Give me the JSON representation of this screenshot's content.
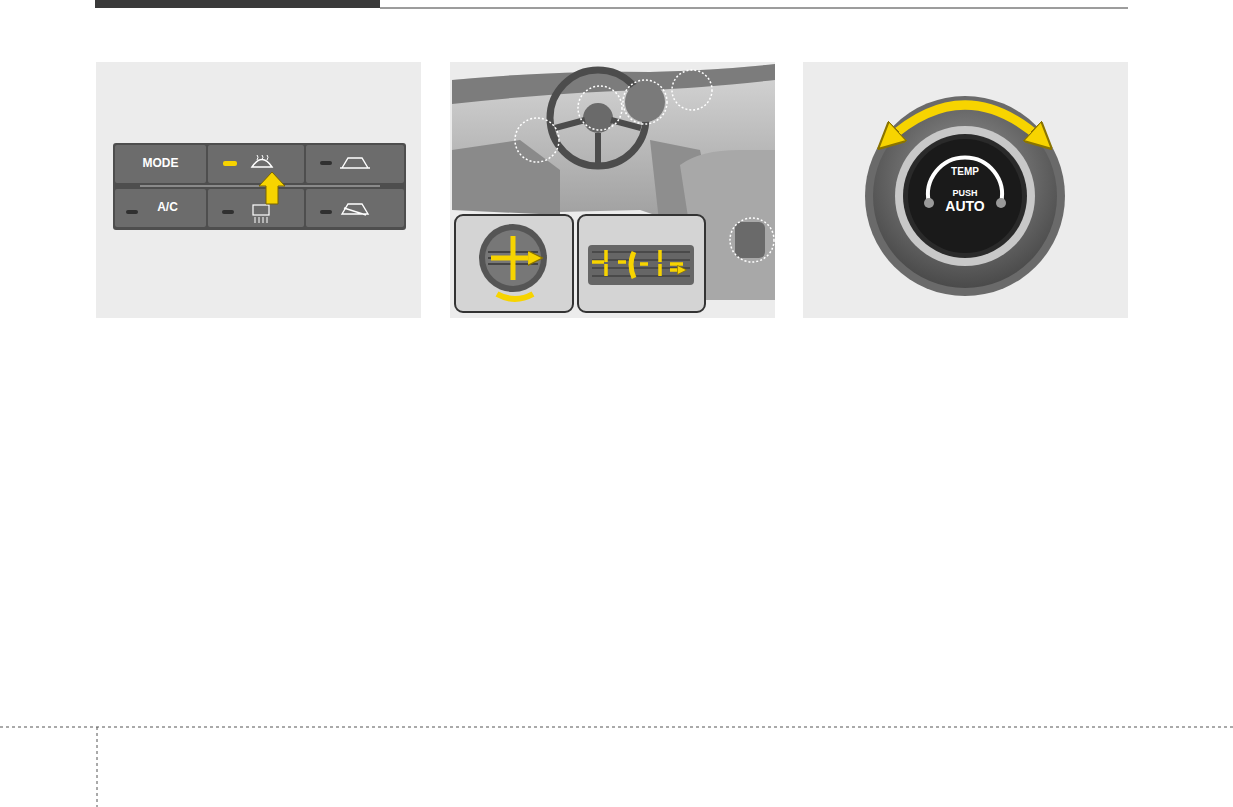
{
  "diagram": {
    "nodes": [
      {
        "text": [
          "MODE"
        ]
      },
      {
        "text": [
          "A/C"
        ]
      },
      {
        "text": [
          "TEMP",
          "PUSH",
          "AUTO"
        ]
      }
    ]
  }
}
